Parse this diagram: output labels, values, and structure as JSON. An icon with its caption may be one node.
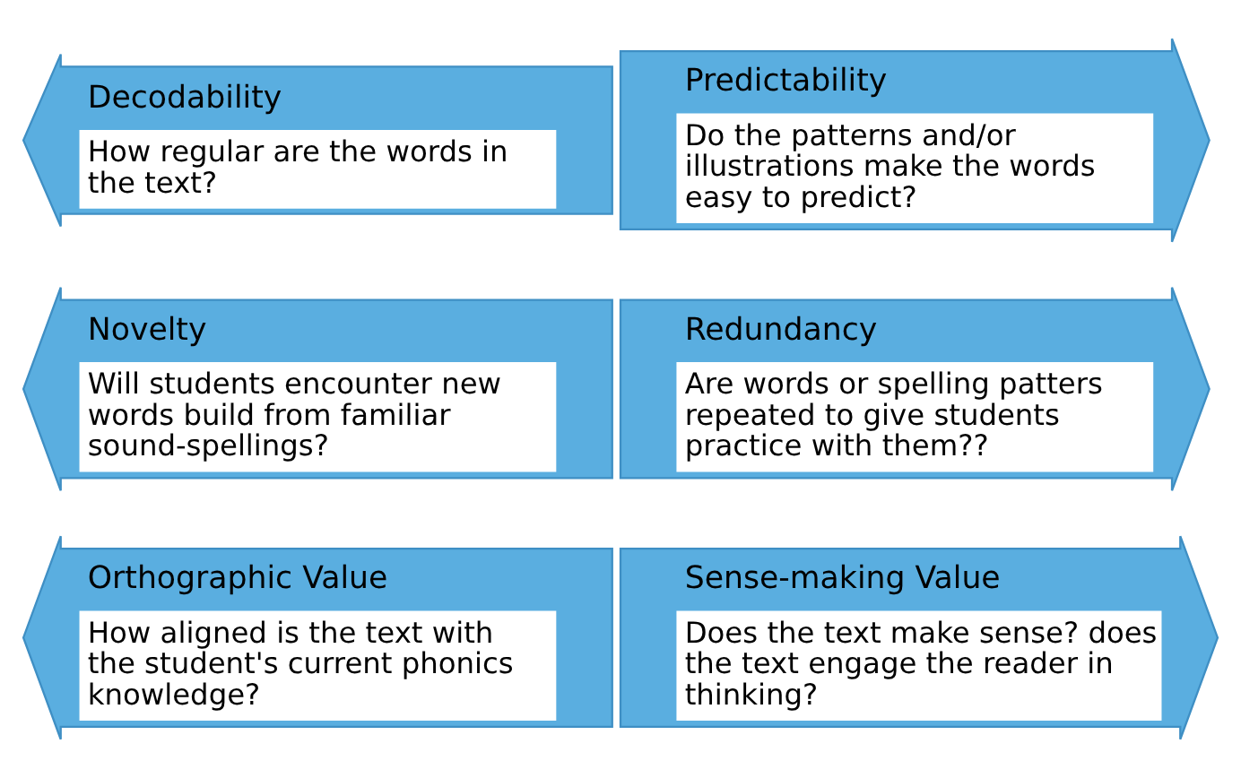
{
  "diagram": {
    "nodes": [
      {
        "text": [
          "Decodability",
          "How regular are the words in the text?"
        ]
      },
      {
        "text": [
          "Predictability",
          "Do the patterns and/or illustrations make the words easy to predict?"
        ]
      },
      {
        "text": [
          "Novelty",
          "Will students encounter new words build from familiar sound-spellings?"
        ]
      },
      {
        "text": [
          "Redundancy",
          "Are words or spelling patters repeated to give students practice with them??"
        ]
      },
      {
        "text": [
          "Orthographic Value",
          "How aligned is the text with the student's current phonics knowledge?"
        ]
      },
      {
        "text": [
          "Sense-making Value",
          "Does the text make sense? does the text engage the reader in thinking?"
        ]
      }
    ],
    "edges": []
  }
}
